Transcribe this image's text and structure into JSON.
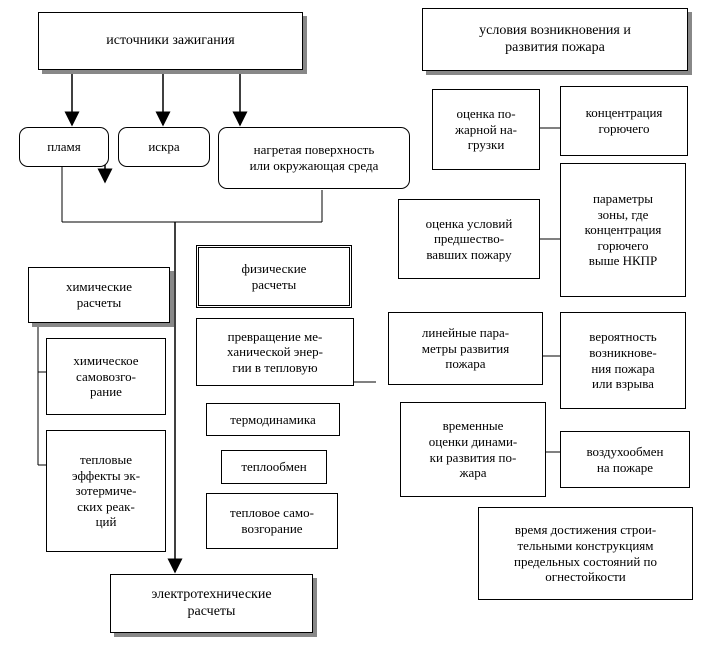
{
  "nodes": {
    "ignition_sources": "источники зажигания",
    "flame": "пламя",
    "spark": "искра",
    "heated_surface": "нагретая поверхность\nили окружающая среда",
    "fire_conditions": "условия возникновения и\nразвития пожара",
    "fire_load": "оценка по-\nжарной на-\nгрузки",
    "combustible_concentration": "концентрация\nгорючего",
    "pre_fire_conditions": "оценка условий\nпредшество-\nвавших пожару",
    "zone_parameters": "параметры\nзоны, где\nконцентрация\nгорючего\nвыше НКПР",
    "chemical_calc": "химические\nрасчеты",
    "chemical_self_ignition": "химическое\nсамовозго-\nрание",
    "thermal_effects": "тепловые\nэффекты эк-\nзотермиче-\nских реак-\nций",
    "physical_calc": "физические\nрасчеты",
    "mech_to_heat": "превращение ме-\nханической энер-\nгии в тепловую",
    "thermodynamics": "термодинамика",
    "heat_exchange": "теплообмен",
    "thermal_self_ignition": "тепловое само-\nвозгорание",
    "linear_params": "линейные пара-\nметры развития\nпожара",
    "probability": "вероятность\nвозникнове-\nния пожара\nили взрыва",
    "time_estimates": "временные\nоценки динами-\nки развития по-\nжара",
    "air_exchange": "воздухообмен\nна пожаре",
    "fire_resistance_time": "время достижения строи-\nтельными конструкциям\nпредельных состояний по\nогнестойкости",
    "electrotech_calc": "электротехнические\nрасчеты"
  },
  "colors": {
    "line": "#000000",
    "shadow": "#888888",
    "spell_underline": "#2e8b57"
  }
}
